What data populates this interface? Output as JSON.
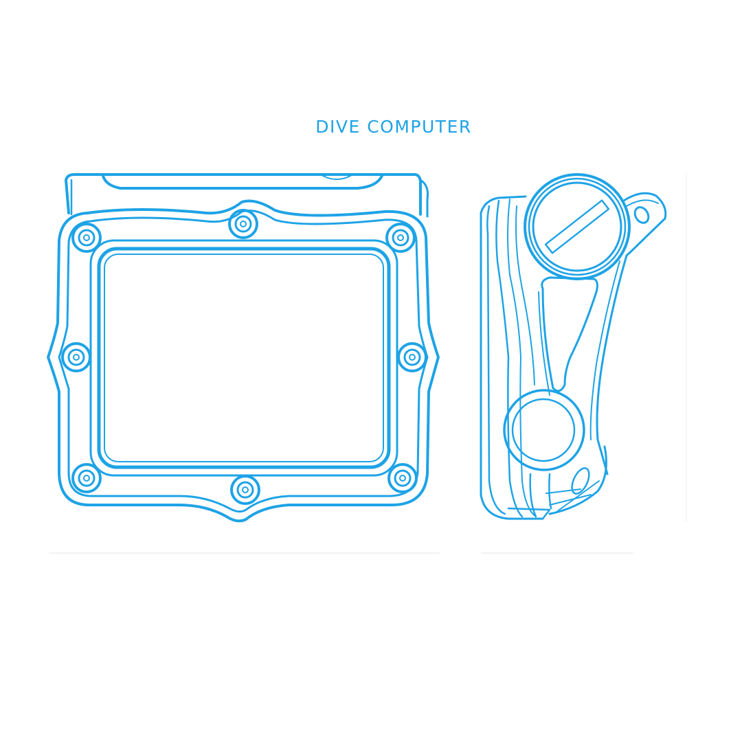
{
  "title": "DIVE COMPUTER",
  "colors": {
    "line": "#1ea3e6",
    "background": "#ffffff",
    "baseline": "#f2f2f2"
  },
  "views": [
    {
      "id": "front",
      "description": "Front view of dive computer housing with rectangular screen window and 8 torx screws"
    },
    {
      "id": "side",
      "description": "Side view with circular battery cap (slot), strap lug and round button"
    }
  ],
  "front_view": {
    "screw_count": 8
  },
  "side_view": {
    "battery_cap": "slotted circular cap",
    "button": "round push button"
  }
}
